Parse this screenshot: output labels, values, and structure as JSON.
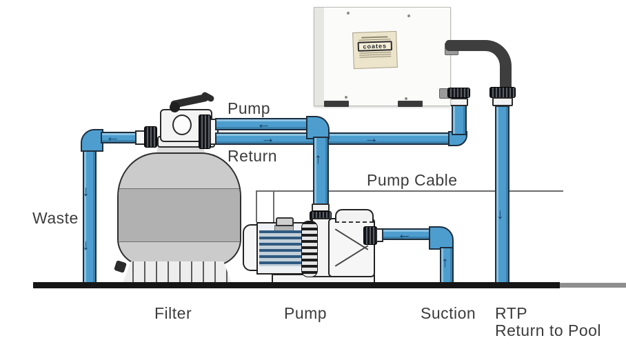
{
  "labels": {
    "waste": "Waste",
    "pump_line": "Pump",
    "return_line": "Return",
    "pump_cable": "Pump Cable",
    "filter": "Filter",
    "pump": "Pump",
    "suction": "Suction",
    "rtp": "RTP",
    "return_to_pool": "Return to Pool"
  },
  "heater": {
    "brand_label": "coates"
  },
  "arrows": {
    "left": "←",
    "right": "→",
    "up": "↑",
    "down": "↓"
  },
  "colors": {
    "pipe": "#4d9ecf",
    "pipe-outline": "#1e2e3e",
    "arrow": "#17406a",
    "tank": "#cbcbcb",
    "tank-band": "#b1b1b1",
    "ground": "#161616",
    "hose": "#3e3e3e",
    "text": "#3c3c3c"
  }
}
